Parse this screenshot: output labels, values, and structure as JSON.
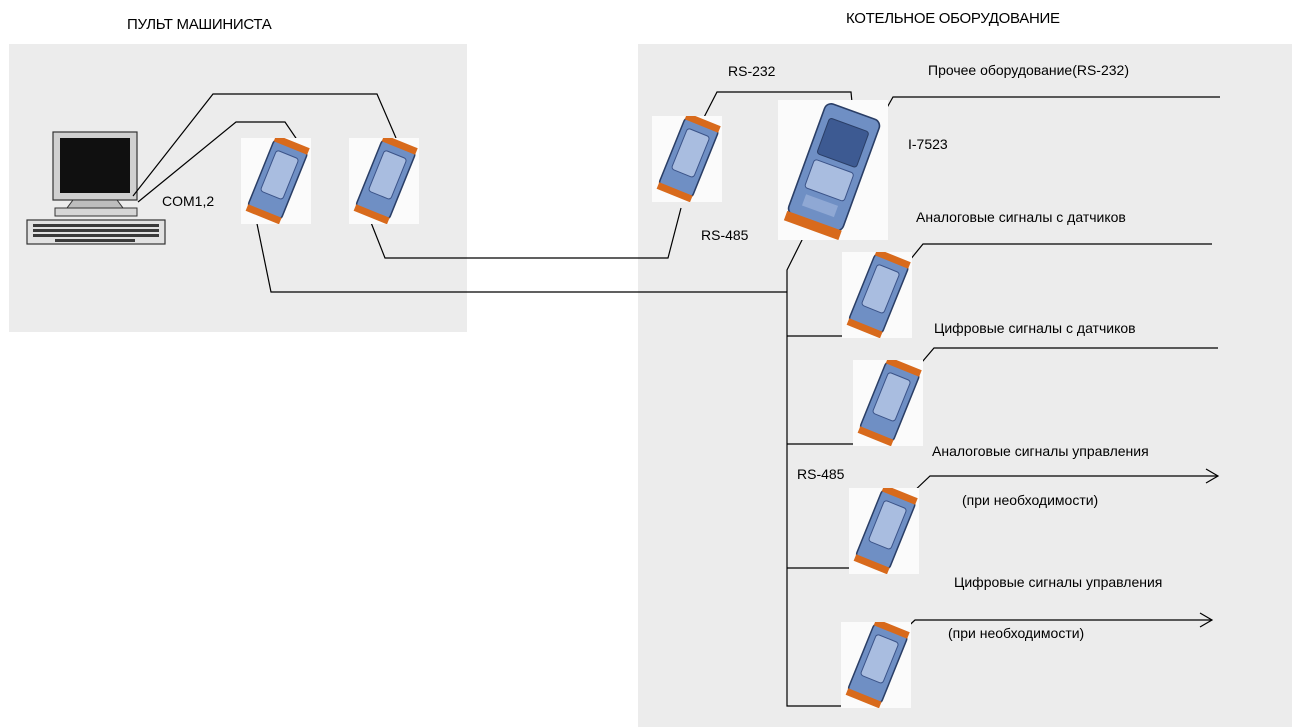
{
  "titles": {
    "left": "ПУЛЬТ МАШИНИСТА",
    "right": "КОТЕЛЬНОЕ ОБОРУДОВАНИЕ"
  },
  "labels": {
    "com": "COM1,2",
    "rs232": "RS-232",
    "rs485_top": "RS-485",
    "rs485_bottom": "RS-485",
    "i7523": "I-7523",
    "other_equipment": "Прочее оборудование(RS-232)",
    "analog_sensors": "Аналоговые сигналы с датчиков",
    "digital_sensors": "Цифровые сигналы с датчиков",
    "analog_control": "Аналоговые сигналы управления",
    "analog_control_note": "(при необходимости)",
    "digital_control": "Цифровые сигналы управления",
    "digital_control_note": "(при необходимости)"
  },
  "colors": {
    "zone_bg": "#ececec",
    "module_blue": "#6f8fc4",
    "module_light": "#a9bde0",
    "module_orange": "#d86a1c",
    "wire": "#000000"
  }
}
